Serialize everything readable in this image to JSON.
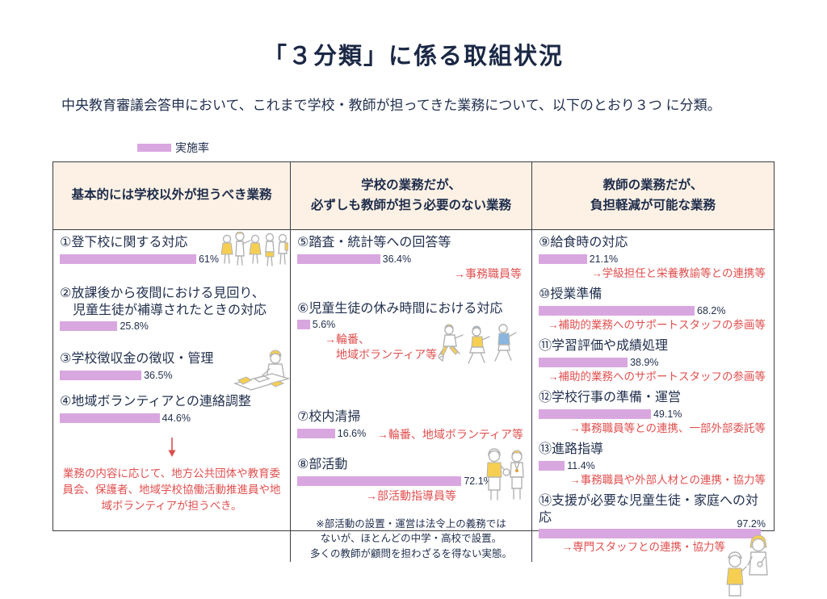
{
  "title": "「３分類」に係る取組状況",
  "intro": "中央教育審議会答申において、これまで学校・教師が担ってきた業務について、以下のとおり３つ に分類。",
  "legend": {
    "label": "実施率"
  },
  "colors": {
    "bar": "#d9a7e0",
    "text_navy": "#22304e",
    "accent_red": "#e04f4f",
    "header_bg": "#fcf1e4",
    "border": "#3d3d46"
  },
  "columns": [
    {
      "header": "基本的には学校以外が担うべき業務",
      "items": [
        {
          "label": "①登下校に関する対応",
          "value": 61,
          "value_label": "61%"
        },
        {
          "label": "②放課後から夜間における見回り、\n　児童生徒が補導されたときの対応",
          "value": 25.8,
          "value_label": "25.8%"
        },
        {
          "label": "③学校徴収金の徴収・管理",
          "value": 36.5,
          "value_label": "36.5%"
        },
        {
          "label": "④地域ボランティアとの連絡調整",
          "value": 44.6,
          "value_label": "44.6%"
        }
      ],
      "note": "業務の内容に応じて、地方公共団体や教育委員会、保護者、地域学校協働活動推進員や地域ボランティアが担うべき。"
    },
    {
      "header": "学校の業務だが、\n必ずしも教師が担う必要のない業務",
      "items": [
        {
          "label": "⑤踏査・統計等への回答等",
          "value": 36.4,
          "value_label": "36.4%",
          "annotation": "→事務職員等"
        },
        {
          "label": "⑥児童生徒の休み時間における対応",
          "value": 5.6,
          "value_label": "5.6%",
          "annotation": "→輪番、\n　地域ボランティア等"
        },
        {
          "label": "⑦校内清掃",
          "value": 16.6,
          "value_label": "16.6%",
          "annotation": "→輪番、地域ボランティア等"
        },
        {
          "label": "⑧部活動",
          "value": 72.1,
          "value_label": "72.1%",
          "annotation": "→部活動指導員等"
        }
      ],
      "note": "※部活動の設置・運営は法令上の義務では\nないが、ほとんどの中学・高校で設置。\n多くの教師が顧問を担わざるを得ない実態。"
    },
    {
      "header": "教師の業務だが、\n負担軽減が可能な業務",
      "items": [
        {
          "label": "⑨給食時の対応",
          "value": 21.1,
          "value_label": "21.1%",
          "annotation": "→学級担任と栄養教諭等との連携等"
        },
        {
          "label": "⑩授業準備",
          "value": 68.2,
          "value_label": "68.2%",
          "annotation": "→補助的業務へのサポートスタッフの参画等"
        },
        {
          "label": "⑪学習評価や成績処理",
          "value": 38.9,
          "value_label": "38.9%",
          "annotation": "→補助的業務へのサポートスタッフの参画等"
        },
        {
          "label": "⑫学校行事の準備・運営",
          "value": 49.1,
          "value_label": "49.1%",
          "annotation": "→事務職員等との連携、一部外部委託等"
        },
        {
          "label": "⑬進路指導",
          "value": 11.4,
          "value_label": "11.4%",
          "annotation": "→事務職員や外部人材との連携・協力等"
        },
        {
          "label": "⑭支援が必要な児童生徒・家庭への対応",
          "value": 97.2,
          "value_label": "97.2%",
          "annotation": "→専門スタッフとの連携・協力等"
        }
      ]
    }
  ],
  "illustrations": {
    "children_walking": "schoolchildren walking to school",
    "person_at_desk": "staff member working at a desk",
    "children_running": "children running during break",
    "coach_and_student": "two people with ball and whistle (club activity)",
    "teacher_and_student": "adult and child talking"
  },
  "chart_data": {
    "type": "bar",
    "title": "「３分類」に係る取組状況",
    "unit": "%",
    "legend": [
      "実施率"
    ],
    "xlim": [
      0,
      100
    ],
    "groups": [
      {
        "category": "基本的には学校以外が担うべき業務",
        "items": [
          {
            "label": "①登下校に関する対応",
            "value": 61
          },
          {
            "label": "②放課後から夜間における見回り、児童生徒が補導されたときの対応",
            "value": 25.8
          },
          {
            "label": "③学校徴収金の徴収・管理",
            "value": 36.5
          },
          {
            "label": "④地域ボランティアとの連絡調整",
            "value": 44.6
          }
        ]
      },
      {
        "category": "学校の業務だが、必ずしも教師が担う必要のない業務",
        "items": [
          {
            "label": "⑤踏査・統計等への回答等",
            "value": 36.4
          },
          {
            "label": "⑥児童生徒の休み時間における対応",
            "value": 5.6
          },
          {
            "label": "⑦校内清掃",
            "value": 16.6
          },
          {
            "label": "⑧部活動",
            "value": 72.1
          }
        ]
      },
      {
        "category": "教師の業務だが、負担軽減が可能な業務",
        "items": [
          {
            "label": "⑨給食時の対応",
            "value": 21.1
          },
          {
            "label": "⑩授業準備",
            "value": 68.2
          },
          {
            "label": "⑪学習評価や成績処理",
            "value": 38.9
          },
          {
            "label": "⑫学校行事の準備・運営",
            "value": 49.1
          },
          {
            "label": "⑬進路指導",
            "value": 11.4
          },
          {
            "label": "⑭支援が必要な児童生徒・家庭への対応",
            "value": 97.2
          }
        ]
      }
    ]
  }
}
